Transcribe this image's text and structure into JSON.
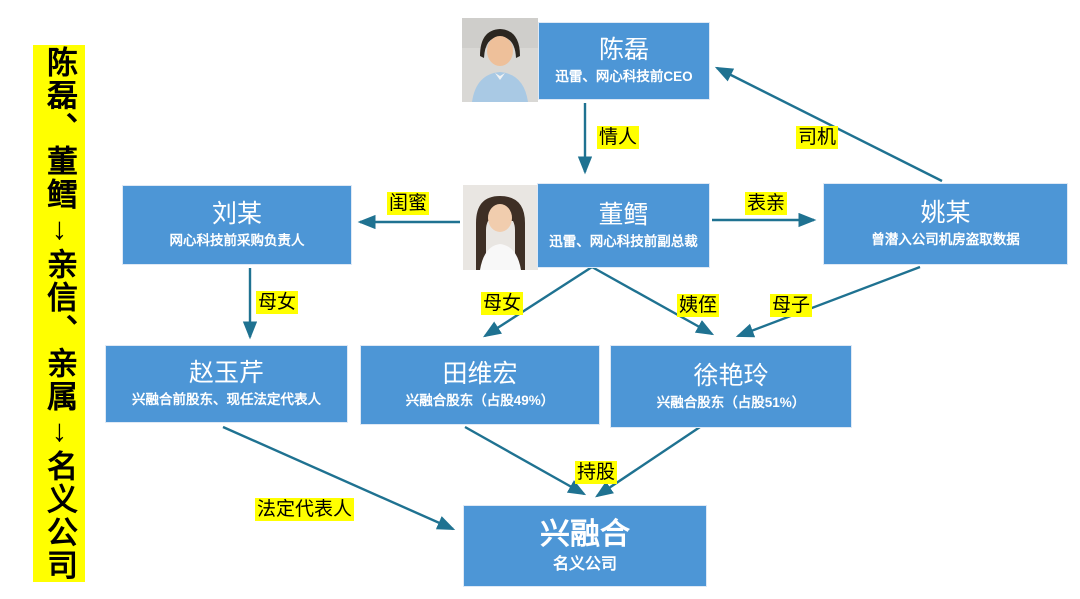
{
  "banner": {
    "text": "陈磊、董鳕↓亲信、亲属↓名义公司",
    "bg_color": "#FFFF00",
    "text_color": "#000000"
  },
  "nodes": {
    "chenlei": {
      "title": "陈磊",
      "subtitle": "迅雷、网心科技前CEO"
    },
    "dongxue": {
      "title": "董鳕",
      "subtitle": "迅雷、网心科技前副总裁"
    },
    "liumou": {
      "title": "刘某",
      "subtitle": "网心科技前采购负责人"
    },
    "yaomou": {
      "title": "姚某",
      "subtitle": "曾潜入公司机房盗取数据"
    },
    "zhaoyuqin": {
      "title": "赵玉芹",
      "subtitle": "兴融合前股东、现任法定代表人"
    },
    "tianweihong": {
      "title": "田维宏",
      "subtitle": "兴融合股东（占股49%）"
    },
    "xuyanling": {
      "title": "徐艳玲",
      "subtitle": "兴融合股东（占股51%）"
    },
    "xingronghe": {
      "title": "兴融合",
      "subtitle": "名义公司"
    }
  },
  "edge_labels": {
    "qingren": "情人",
    "siji": "司机",
    "guimi": "闺蜜",
    "biaoqin": "表亲",
    "munv_left": "母女",
    "munv_center": "母女",
    "yizhi": "姨侄",
    "muzi": "母子",
    "chigu": "持股",
    "fading": "法定代表人"
  },
  "photos": {
    "chenlei": "man-portrait",
    "dongxue": "woman-portrait"
  },
  "colors": {
    "node_fill": "#4D96D6",
    "node_text": "#FFFFFF",
    "arrow": "#1F7291",
    "label_bg": "#FFFF00"
  }
}
